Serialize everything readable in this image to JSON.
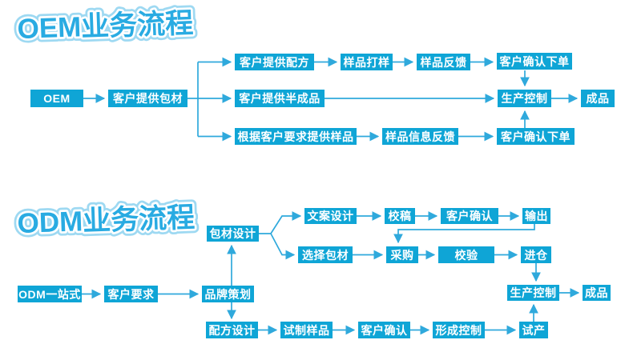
{
  "colors": {
    "box_fill": "#0fa5d6",
    "arrow": "#2fa9dc",
    "title_fill": "#29abe2",
    "node_text": "#ffffff"
  },
  "oem": {
    "title": "OEM业务流程",
    "nodes": {
      "oem": "OEM",
      "pkg": "客户提供包材",
      "recipe": "客户提供配方",
      "sample_make": "样品打样",
      "sample_feedback": "样品反馈",
      "confirm_order_top": "客户确认下单",
      "semi_finished": "客户提供半成品",
      "prod_ctrl": "生产控制",
      "finished": "成品",
      "sample_by_req": "根据客户要求提供样品",
      "sample_info_fb": "样品信息反馈",
      "confirm_order_bottom": "客户确认下单"
    }
  },
  "odm": {
    "title": "ODM业务流程",
    "nodes": {
      "odm_one_stop": "ODM一站式",
      "cust_req": "客户要求",
      "brand_plan": "品牌策划",
      "pkg_design": "包材设计",
      "copy_design": "文案设计",
      "proofread": "校稿",
      "cust_confirm_top": "客户确认",
      "output": "输出",
      "select_pkg": "选择包材",
      "purchase": "采购",
      "verify": "校验",
      "warehouse_in": "进仓",
      "formula_design": "配方设计",
      "trial_sample": "试制样品",
      "cust_confirm_bottom": "客户确认",
      "form_ctrl": "形成控制",
      "trial_prod": "试产",
      "prod_ctrl": "生产控制",
      "finished": "成品"
    }
  }
}
